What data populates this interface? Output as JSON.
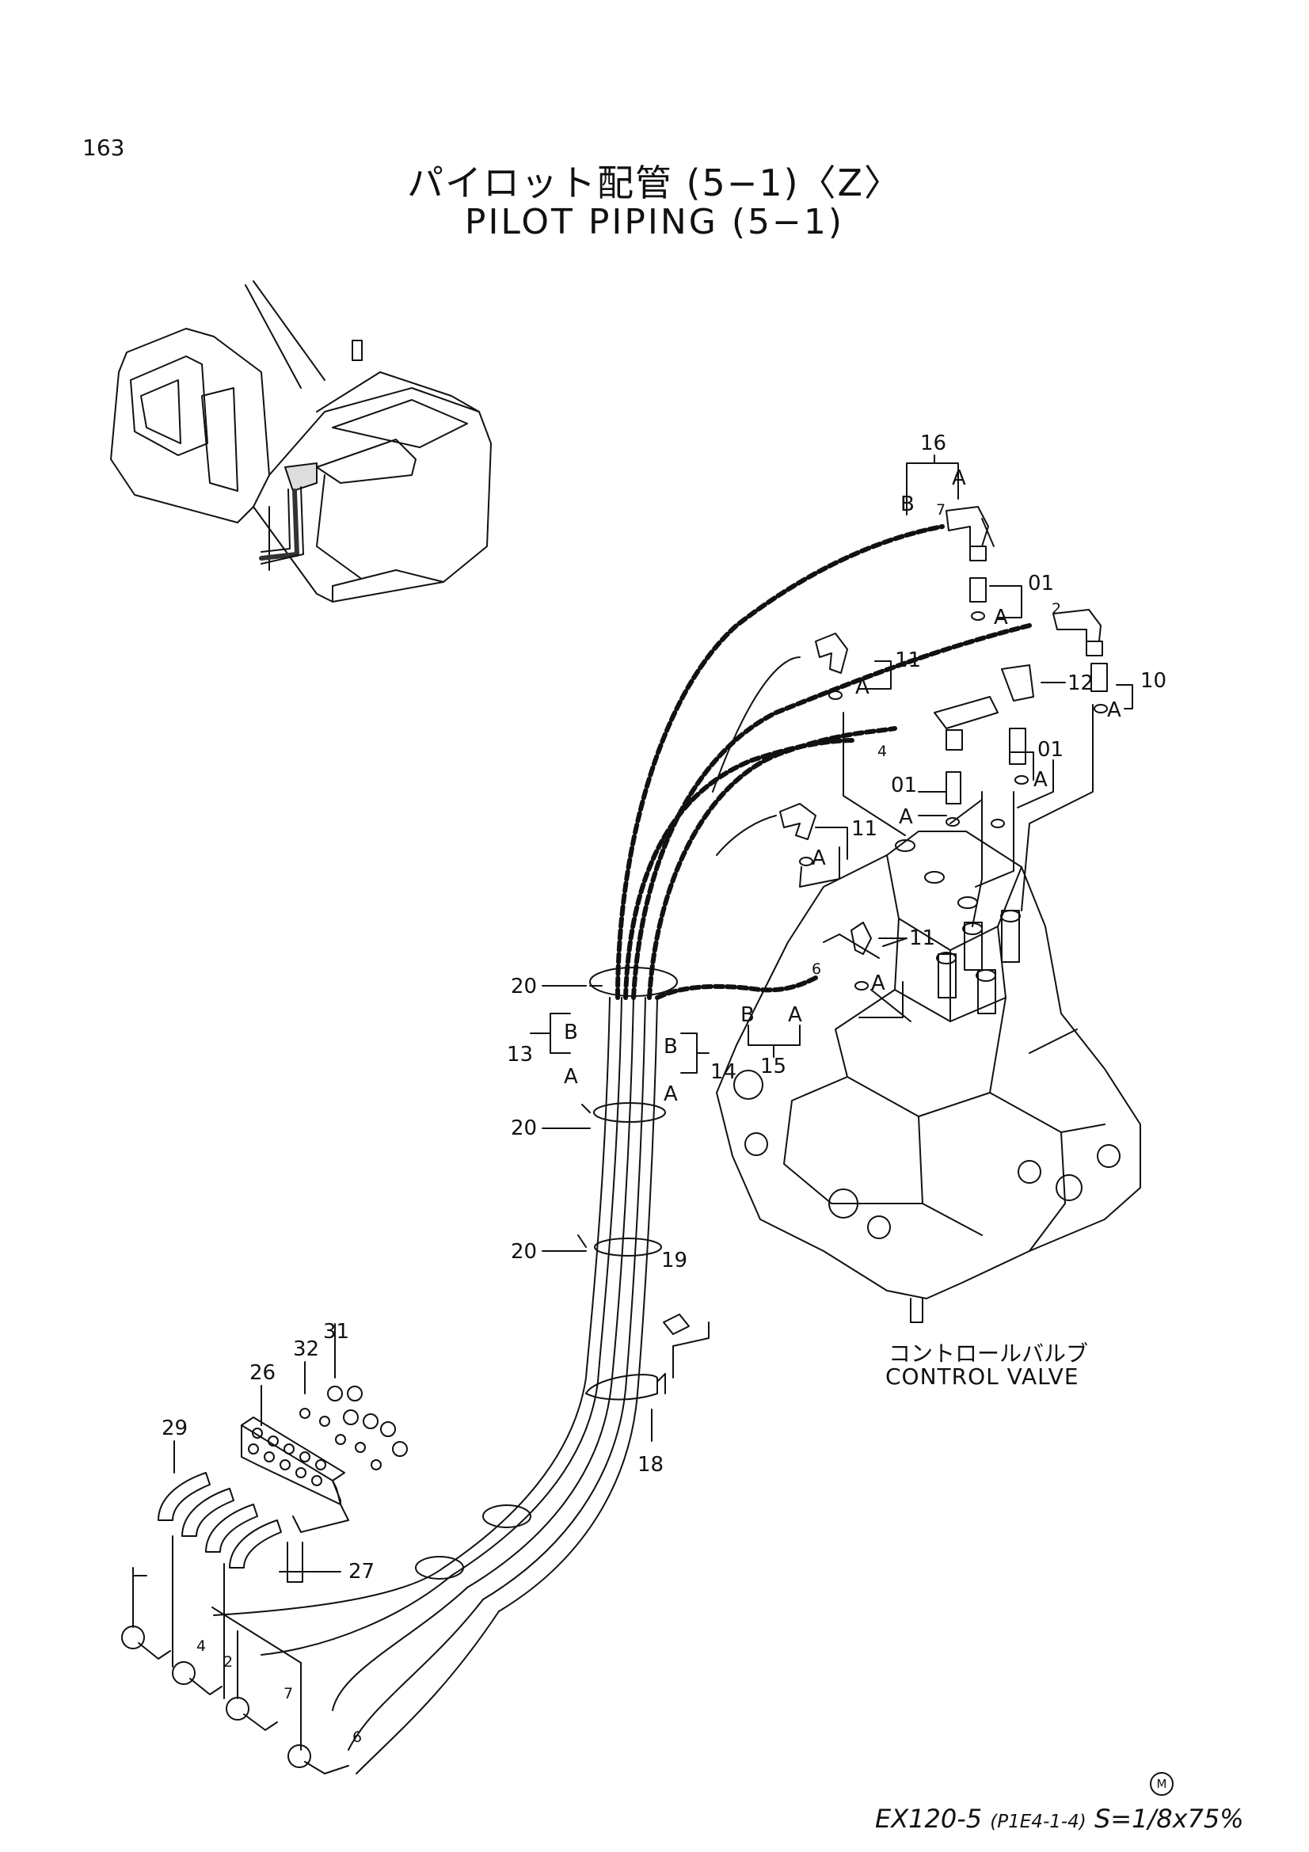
{
  "page_number": "163",
  "title_jp": "パイロット配管 (5−1)〈Z〉",
  "title_en": "PILOT PIPING (5−1)",
  "component": {
    "label_jp": "コントロールバルブ",
    "label_en": "CONTROL VALVE"
  },
  "footer": {
    "model": "EX120-5",
    "ref": "(P1E4-1-4)",
    "scale": "S=1/8x75%",
    "mark": "M"
  },
  "callouts": [
    {
      "id": "c16",
      "text": "16"
    },
    {
      "id": "c16a",
      "text": "A"
    },
    {
      "id": "c16b",
      "text": "B"
    },
    {
      "id": "c7t",
      "text": "7"
    },
    {
      "id": "c01a",
      "text": "01"
    },
    {
      "id": "c01a_a",
      "text": "A"
    },
    {
      "id": "c2t",
      "text": "2"
    },
    {
      "id": "c11a",
      "text": "11"
    },
    {
      "id": "c11a_a",
      "text": "A"
    },
    {
      "id": "c12",
      "text": "12"
    },
    {
      "id": "c10",
      "text": "10"
    },
    {
      "id": "c10_a",
      "text": "A"
    },
    {
      "id": "c4t",
      "text": "4"
    },
    {
      "id": "c01b",
      "text": "01"
    },
    {
      "id": "c01b_a",
      "text": "A"
    },
    {
      "id": "c01c",
      "text": "01"
    },
    {
      "id": "c01c_a",
      "text": "A"
    },
    {
      "id": "c11b",
      "text": "11"
    },
    {
      "id": "c11b_a",
      "text": "A"
    },
    {
      "id": "c11c",
      "text": "11"
    },
    {
      "id": "c11c_a",
      "text": "A"
    },
    {
      "id": "c6t",
      "text": "6"
    },
    {
      "id": "c20a",
      "text": "20"
    },
    {
      "id": "c13",
      "text": "13"
    },
    {
      "id": "c13b",
      "text": "B"
    },
    {
      "id": "c13a",
      "text": "A"
    },
    {
      "id": "c14",
      "text": "14"
    },
    {
      "id": "c14b",
      "text": "B"
    },
    {
      "id": "c14a",
      "text": "A"
    },
    {
      "id": "c15",
      "text": "15"
    },
    {
      "id": "c15b",
      "text": "B"
    },
    {
      "id": "c15a",
      "text": "A"
    },
    {
      "id": "c20b",
      "text": "20"
    },
    {
      "id": "c20c",
      "text": "20"
    },
    {
      "id": "c19",
      "text": "19"
    },
    {
      "id": "c18",
      "text": "18"
    },
    {
      "id": "c31",
      "text": "31"
    },
    {
      "id": "c32",
      "text": "32"
    },
    {
      "id": "c26",
      "text": "26"
    },
    {
      "id": "c29",
      "text": "29"
    },
    {
      "id": "c27",
      "text": "27"
    },
    {
      "id": "c4b",
      "text": "4"
    },
    {
      "id": "c2b",
      "text": "2"
    },
    {
      "id": "c7b",
      "text": "7"
    },
    {
      "id": "c6b",
      "text": "6"
    }
  ]
}
